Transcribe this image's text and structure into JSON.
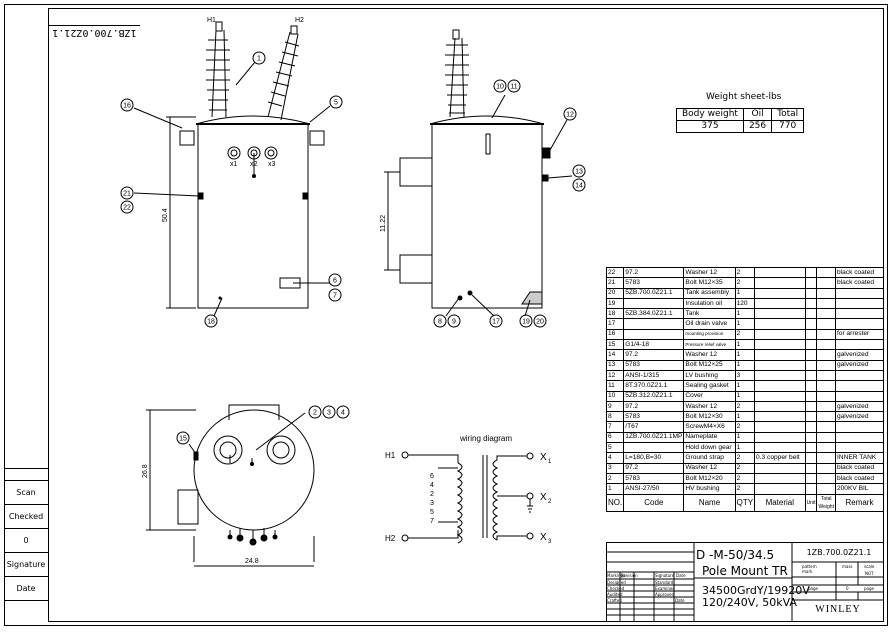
{
  "drawing_number": "1ZB.700.0Z21.1",
  "side_labels": [
    "Scan",
    "Checked",
    "0",
    "Signature",
    "Date"
  ],
  "balloons": {
    "front": [
      "1",
      "16",
      "5",
      "21",
      "22",
      "6",
      "7",
      "18"
    ],
    "side": [
      "10",
      "11",
      "12",
      "13",
      "14",
      "8",
      "9",
      "17",
      "19",
      "20"
    ],
    "top": [
      "2",
      "3",
      "4",
      "15"
    ]
  },
  "terminals": {
    "h1": "H1",
    "h2": "H2",
    "x1": "x1",
    "x2": "x2",
    "x3": "x3"
  },
  "dimensions": {
    "height": "50.4",
    "mount": "11.22",
    "depth": "26.8",
    "width": "24.8"
  },
  "weight_sheet": {
    "title": "Weight sheet-lbs",
    "headers": [
      "Body weight",
      "Oil",
      "Total"
    ],
    "values": [
      "375",
      "256",
      "770"
    ]
  },
  "wiring": {
    "title": "wiring diagram",
    "h1": "H1",
    "h2": "H2",
    "x1": "X",
    "x2": "X",
    "x3": "X",
    "x1_sub": "1",
    "x2_sub": "2",
    "x3_sub": "3",
    "tap_labels": [
      "6",
      "4",
      "2",
      "3",
      "5",
      "7"
    ]
  },
  "bom": {
    "rows": [
      [
        "22",
        "97.2",
        "Washer 12",
        "2",
        "",
        "",
        "",
        "black coated"
      ],
      [
        "21",
        "5783",
        "Bolt M12×35",
        "2",
        "",
        "",
        "",
        "black coated"
      ],
      [
        "20",
        "5ZB.700.0Z21.1",
        "Tank assembly",
        "1",
        "",
        "",
        "",
        ""
      ],
      [
        "19",
        "",
        "Insulation oil",
        "120",
        "",
        "",
        "",
        ""
      ],
      [
        "18",
        "5ZB.384.0Z21.1",
        "Tank",
        "1",
        "",
        "",
        "",
        ""
      ],
      [
        "17",
        "",
        "Oil drain valve",
        "1",
        "",
        "",
        "",
        ""
      ],
      [
        "16",
        "",
        "mounting provision",
        "2",
        "",
        "",
        "",
        "for  arrester"
      ],
      [
        "15",
        "G1/4-18",
        "Pressure relief valve",
        "1",
        "",
        "",
        "",
        ""
      ],
      [
        "14",
        "97.2",
        "Washer 12",
        "1",
        "",
        "",
        "",
        "galvenized"
      ],
      [
        "13",
        "5783",
        "Bolt M12×25",
        "1",
        "",
        "",
        "",
        "galvenized"
      ],
      [
        "12",
        "ANSI-1/315",
        "LV bushing",
        "3",
        "",
        "",
        "",
        ""
      ],
      [
        "11",
        "8T.370.0Z21.1",
        "Sealing gasket",
        "1",
        "",
        "",
        "",
        ""
      ],
      [
        "10",
        "5ZB.312.0Z21.1",
        "Cover",
        "1",
        "",
        "",
        "",
        ""
      ],
      [
        "9",
        "97.2",
        "Washer 12",
        "2",
        "",
        "",
        "",
        "galvenized"
      ],
      [
        "8",
        "5783",
        "Bolt M12×30",
        "1",
        "",
        "",
        "",
        "galvenized"
      ],
      [
        "7",
        "/T67",
        "ScrewM4×X6",
        "2",
        "",
        "",
        "",
        ""
      ],
      [
        "6",
        "1ZB.700.0Z21.1MP",
        "Nameplate",
        "1",
        "",
        "",
        "",
        ""
      ],
      [
        "5",
        "",
        "Hold down gear",
        "1",
        "",
        "",
        "",
        ""
      ],
      [
        "4",
        "L=180,B=30",
        "Ground strap",
        "2",
        "0.3 copper belt",
        "",
        "",
        "INNER TANK"
      ],
      [
        "3",
        "97.2",
        "Washer 12",
        "2",
        "",
        "",
        "",
        "black coated"
      ],
      [
        "2",
        "5783",
        "Bolt M12×20",
        "2",
        "",
        "",
        "",
        "black coated"
      ],
      [
        "1",
        "ANSI-27/50",
        "HV bushing",
        "2",
        "",
        "",
        "",
        "200KV BIL"
      ]
    ],
    "header": {
      "no": "NO.",
      "code": "Code",
      "name": "Name",
      "qty": "QTY",
      "material": "Material",
      "unit": "Unit",
      "total": "Total",
      "weight": "Weight",
      "remark": "Remark"
    }
  },
  "title_block": {
    "model": "D -M-50/34.5",
    "type": "Pole Mount TR",
    "voltage": "34500GrdY/19920V",
    "rating": "120/240V, 50kVA",
    "drawing_no": "1ZB.700.0Z21.1",
    "company": "WINLEY",
    "labels": {
      "markings": "Markings",
      "revision": "Revision",
      "signature": "Signature",
      "date": "Date",
      "designed": "Designed",
      "standard": "Standard",
      "checked": "Checked",
      "examined": "Examined",
      "audited": "Audited",
      "approved": "Approved",
      "crafted": "Crafted",
      "pattern_mark": "pattern mark",
      "mass": "mass",
      "scale": "scale",
      "not": "NOT",
      "page": "page",
      "page_no": "0",
      "page2": "page"
    }
  }
}
